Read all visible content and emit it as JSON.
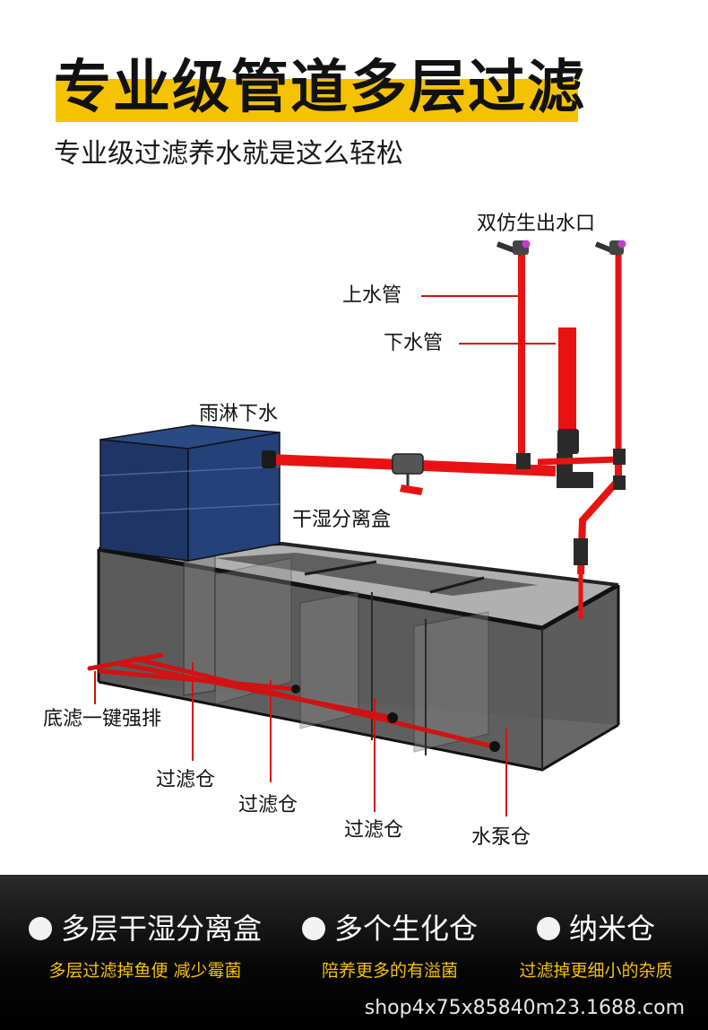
{
  "header": {
    "title": "专业级管道多层过滤",
    "subtitle": "专业级过滤养水就是这么轻松"
  },
  "diagram_labels": {
    "outlet": "双仿生出水口",
    "inlet_pipe": "上水管",
    "drain_pipe": "下水管",
    "rain_drip": "雨淋下水",
    "wet_dry_box": "干湿分离盒",
    "bottom_flush": "底滤一键强排",
    "filter_1": "过滤仓",
    "filter_2": "过滤仓",
    "filter_3": "过滤仓",
    "pump": "水泵仓"
  },
  "features": [
    {
      "title": "多层干湿分离盒",
      "desc": "多层过滤掉鱼便 减少霉菌"
    },
    {
      "title": "多个生化仓",
      "desc": "陪养更多的有溢菌"
    },
    {
      "title": "纳米仓",
      "desc": "过滤掉更细小的杂质"
    }
  ],
  "footer_url": "shop4x75x85840m23.1688.com",
  "colors": {
    "accent_yellow": "#f5c200",
    "pipe_red": "#e81212",
    "box_blue": "#1e3566",
    "tank_gray": "#555555",
    "outlet_magenta": "#c23bd6"
  }
}
